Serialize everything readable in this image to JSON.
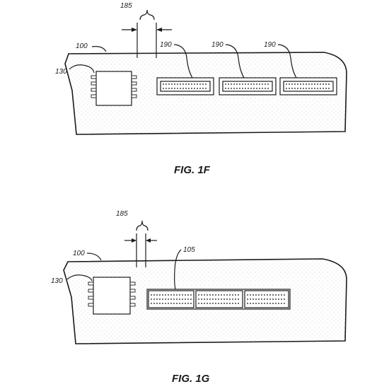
{
  "fig_1f": {
    "caption": "FIG. 1F",
    "labels": {
      "board": "100",
      "chip": "130",
      "gap": "185",
      "connector_1": "190",
      "connector_2": "190",
      "connector_3": "190"
    }
  },
  "fig_1g": {
    "caption": "FIG. 1G",
    "labels": {
      "board": "100",
      "chip": "130",
      "gap": "185",
      "connector_array": "105"
    }
  }
}
